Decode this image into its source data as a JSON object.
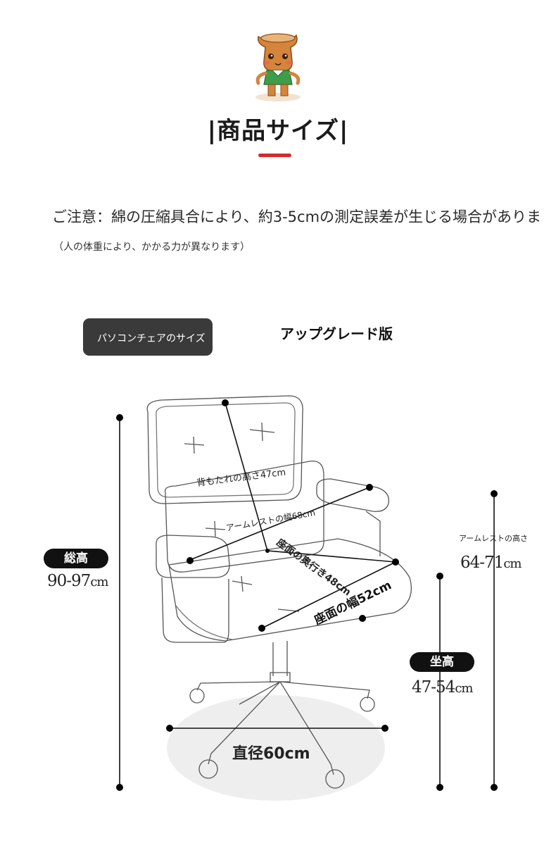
{
  "header": {
    "title": "|商品サイズ|",
    "accent_color": "#d42a2a"
  },
  "notice": {
    "main": "ご注意：綿の圧縮具合により、約3-5cmの測定誤差が生じる場合がありま",
    "sub": "（人の体重により、かかる力が異なります）"
  },
  "tabs": {
    "pc_size": "パソコンチェアのサイズ",
    "upgrade": "アップグレード版"
  },
  "dimensions": {
    "back_height": "背もたれの高さ47cm",
    "armrest_width": "アームレストの幅68cm",
    "seat_depth": "座面の奥行き48cm",
    "seat_width": "座面の幅52cm",
    "diameter": "直径60cm",
    "total_height_label": "総高",
    "total_height_num": "90-97",
    "seat_height_label": "坐高",
    "seat_height_num": "47-54",
    "armrest_height_label": "アームレストの高さ",
    "armrest_height_num": "64-71",
    "unit": "cm"
  },
  "icons": {
    "mascot": "tree-mascot-icon"
  }
}
